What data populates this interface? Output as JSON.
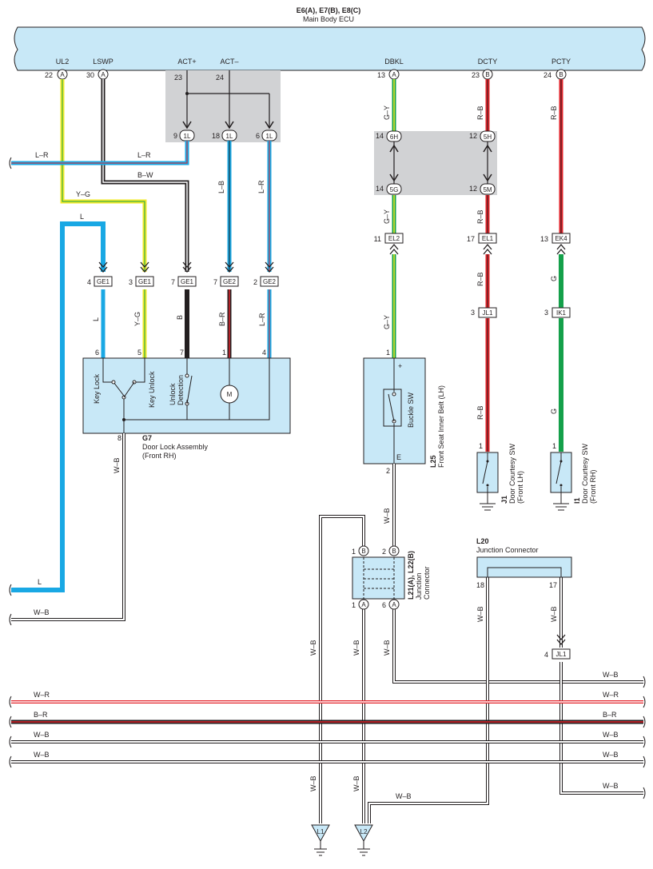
{
  "colors": {
    "blue": "#19a8e4",
    "yellow": "#f2ea2a",
    "green": "#14a04a",
    "red": "#e3242b",
    "black": "#231f20",
    "white_wire": "#ffffff",
    "ecu_fill": "#c8e8f7",
    "ecu_stroke": "#231f20",
    "joint_fill": "#d1d2d4"
  },
  "ecu": {
    "title": "E6(A), E7(B), E8(C)",
    "name": "Main Body ECU",
    "terminals": [
      {
        "label": "UL2",
        "pin": "22",
        "letter": "A"
      },
      {
        "label": "LSWP",
        "pin": "30",
        "letter": "A"
      },
      {
        "label": "ACT+",
        "pin": "23",
        "letter": ""
      },
      {
        "label": "ACT–",
        "pin": "24",
        "letter": ""
      },
      {
        "label": "DBKL",
        "pin": "13",
        "letter": "A"
      },
      {
        "label": "DCTY",
        "pin": "23",
        "letter": "B"
      },
      {
        "label": "PCTY",
        "pin": "24",
        "letter": "B"
      }
    ]
  },
  "joint_1l": {
    "pins": [
      "9",
      "18",
      "6"
    ],
    "tag": "1L"
  },
  "joint_5": {
    "top": [
      {
        "pin": "14",
        "tag": "6H"
      },
      {
        "pin": "12",
        "tag": "5H"
      }
    ],
    "bottom": [
      {
        "pin": "14",
        "tag": "5G"
      },
      {
        "pin": "12",
        "tag": "5M"
      }
    ]
  },
  "wire_labels": {
    "lr_left": "L–R",
    "lr_mid": "L–R",
    "bw": "B–W",
    "yg": "Y–G",
    "l_top": "L",
    "lb_act": "L–B",
    "lr_act": "L–R",
    "gy1": "G–Y",
    "rb1": "R–B",
    "rb_pcty": "R–B",
    "gy2": "G–Y",
    "rb2": "R–B",
    "gy3": "G–Y",
    "rb3": "R–B",
    "g1": "G",
    "rb4": "R–B",
    "g2": "G",
    "l_ge": "L",
    "yg_ge": "Y–G",
    "b_ge": "B",
    "br_ge": "B–R",
    "lr_ge": "L–R",
    "wb_g7": "W–B",
    "wb_l25": "W–B",
    "l_bottom": "L",
    "wb_bottom": "W–B",
    "wb_l21a": "W–B",
    "wb_l21b": "W–B",
    "wb_l21c": "W–B",
    "wb_l20a": "W–B",
    "wb_l20b": "W–B",
    "wb_bus1": "W–B",
    "wr_bus": "W–R",
    "wr_bus_r": "W–R",
    "br_bus": "B–R",
    "br_bus_r": "B–R",
    "wb_bus2": "W–B",
    "wb_bus2_r": "W–B",
    "wb_bus3": "W–B",
    "wb_bus3_r": "W–B",
    "wb_gnd1": "W–B",
    "wb_gnd2": "W–B",
    "wb_gnd3": "W–B",
    "wb_jl1r": "W–B",
    "wb_bus1_r": "W–B"
  },
  "connectors": {
    "ge1_a": {
      "pin": "4",
      "tag": "GE1"
    },
    "ge1_b": {
      "pin": "3",
      "tag": "GE1"
    },
    "ge1_c": {
      "pin": "7",
      "tag": "GE1"
    },
    "ge2_a": {
      "pin": "7",
      "tag": "GE2"
    },
    "ge2_b": {
      "pin": "2",
      "tag": "GE2"
    },
    "el2": {
      "pin": "11",
      "tag": "EL2"
    },
    "el1": {
      "pin": "17",
      "tag": "EL1"
    },
    "ek4": {
      "pin": "13",
      "tag": "EK4"
    },
    "jl1_a": {
      "pin": "3",
      "tag": "JL1"
    },
    "ik1": {
      "pin": "3",
      "tag": "IK1"
    },
    "jl1_b": {
      "pin": "4",
      "tag": "JL1"
    }
  },
  "g7": {
    "id": "G7",
    "name": "Door Lock Assembly",
    "sub": "(Front RH)",
    "pins": [
      "6",
      "5",
      "7",
      "1",
      "4",
      "8"
    ],
    "switch1": "Key Lock",
    "switch2": "Key Unlock",
    "switch3a": "Unlock",
    "switch3b": "Detection",
    "motor": "M"
  },
  "l25": {
    "id": "L25",
    "name": "Front Seat Inner Belt (LH)",
    "switch": "Buckle SW",
    "plus": "+",
    "e": "E",
    "pin_top": "1",
    "pin_bottom": "2"
  },
  "j1": {
    "id": "J1",
    "name": "Door Courtesy SW",
    "sub": "(Front LH)",
    "pin": "1"
  },
  "i1": {
    "id": "I1",
    "name": "Door Courtesy SW",
    "sub": "(Front RH)",
    "pin": "1"
  },
  "l21": {
    "id": "L21(A), L22(B)",
    "name": "Junction",
    "name2": "Connector",
    "top": [
      {
        "pin": "1",
        "letter": "B"
      },
      {
        "pin": "2",
        "letter": "B"
      }
    ],
    "bottom": [
      {
        "pin": "1",
        "letter": "A"
      },
      {
        "pin": "6",
        "letter": "A"
      }
    ]
  },
  "l20": {
    "id": "L20",
    "name": "Junction Connector",
    "pins": [
      "18",
      "17"
    ]
  },
  "grounds": [
    {
      "id": "L1"
    },
    {
      "id": "L2"
    }
  ]
}
